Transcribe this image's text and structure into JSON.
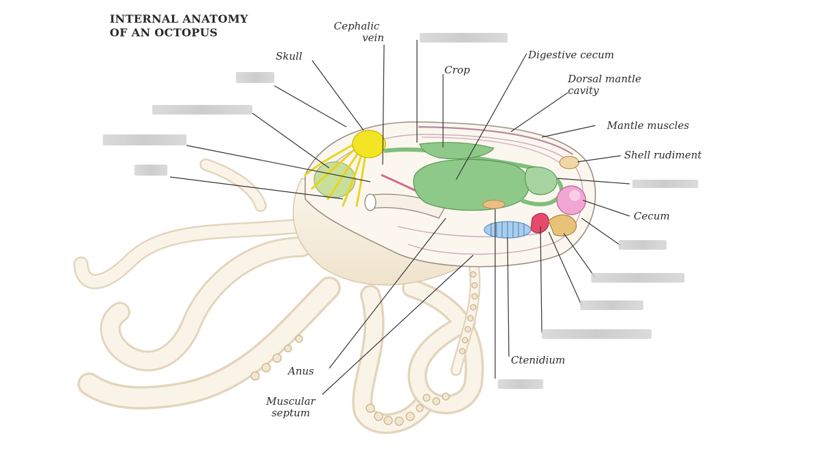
{
  "title": {
    "line1": "INTERNAL ANATOMY",
    "line2": "OF AN OCTOPUS"
  },
  "labels": {
    "cephalic_vein_1": "Cephalic",
    "cephalic_vein_2": "vein",
    "skull": "Skull",
    "crop": "Crop",
    "digestive_cecum": "Digestive cecum",
    "dorsal_mantle_1": "Dorsal mantle",
    "dorsal_mantle_2": "cavity",
    "mantle_muscles": "Mantle muscles",
    "shell_rudiment": "Shell rudiment",
    "cecum": "Cecum",
    "ctenidium": "Ctenidium",
    "anus": "Anus",
    "muscular_septum_1": "Muscular",
    "muscular_septum_2": "septum"
  },
  "colors": {
    "digestive_green": "#8fc98a",
    "nerve_yellow": "#f2e21a",
    "cecum_pink": "#f2a6d4",
    "heart_red": "#e64a6a",
    "gonad_tan": "#e9c27a",
    "gill_blue": "#a9cdee",
    "leader_line": "#333333",
    "body_cream": "#f7efe0"
  }
}
